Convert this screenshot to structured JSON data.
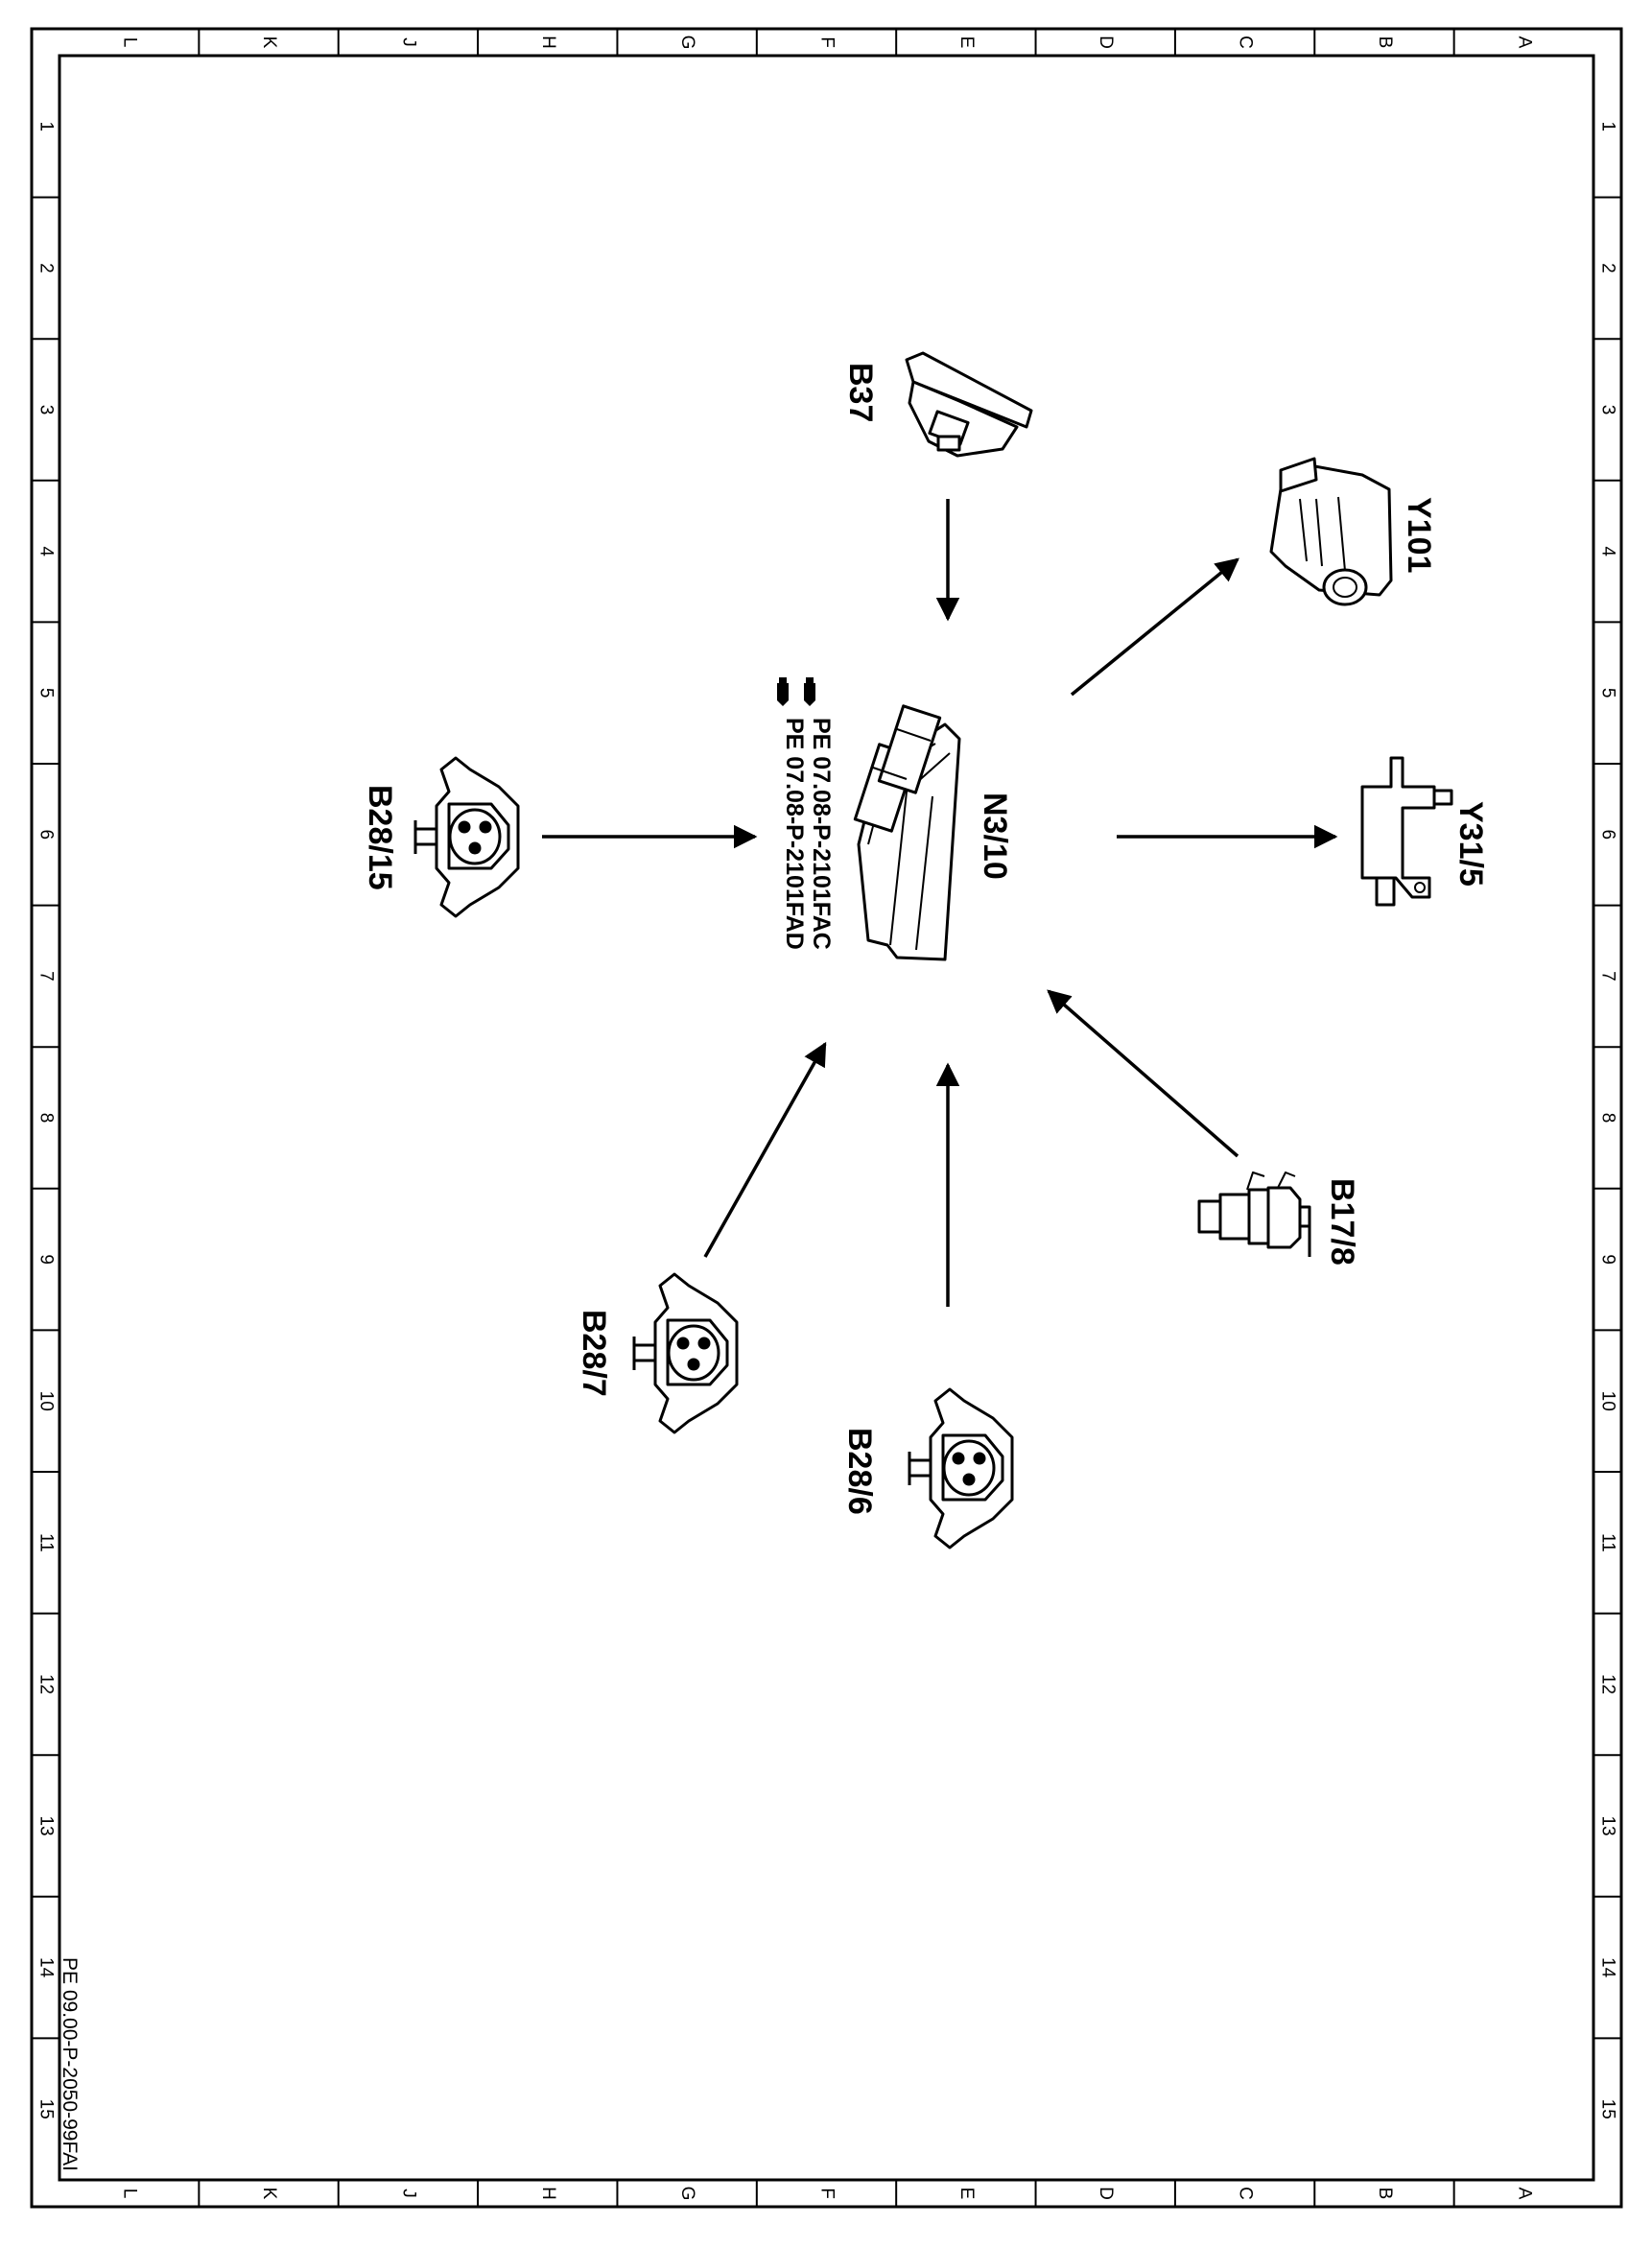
{
  "frame": {
    "col_letters": [
      "L",
      "K",
      "J",
      "H",
      "G",
      "F",
      "E",
      "D",
      "C",
      "B",
      "A"
    ],
    "row_numbers": [
      "1",
      "2",
      "3",
      "4",
      "5",
      "6",
      "7",
      "8",
      "9",
      "10",
      "11",
      "12",
      "13",
      "14",
      "15"
    ]
  },
  "control_unit": {
    "label": "N3/10",
    "refs": [
      "PE 07.08-P-2101FAC",
      "PE 07.08-P-2101FAD"
    ],
    "ref_icon": "hand-pointer-icon"
  },
  "inputs": [
    {
      "label": "B37"
    },
    {
      "label": "B28/15"
    },
    {
      "label": "B28/7"
    },
    {
      "label": "B28/6"
    },
    {
      "label": "B17/8"
    }
  ],
  "outputs": [
    {
      "label": "Y101"
    },
    {
      "label": "Y31/5"
    }
  ],
  "document_id": "PE 09.00-P-2050-99FAI"
}
